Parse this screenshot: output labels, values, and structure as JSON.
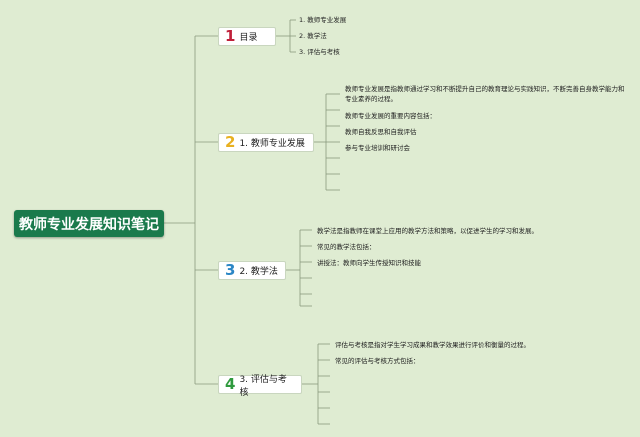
{
  "title": "教师专业发展知识笔记",
  "branches": [
    {
      "number": "1",
      "number_color": "#c0203a",
      "label": "目录",
      "items": [
        "1. 教师专业发展",
        "2. 教学法",
        "3. 评估与考核"
      ]
    },
    {
      "number": "2",
      "number_color": "#e8b020",
      "label": "1. 教师专业发展",
      "items": [
        "教师专业发展是指教师通过学习和不断提升自己的教育理论与实践知识，不断完善自身教学能力和专业素养的过程。",
        "教师专业发展的重要内容包括：",
        "教师自我反思和自我评估",
        "参与专业培训和研讨会"
      ]
    },
    {
      "number": "3",
      "number_color": "#2b86c5",
      "label": "2. 教学法",
      "items": [
        "教学法是指教师在课堂上应用的教学方法和策略，以促进学生的学习和发展。",
        "常见的教学法包括：",
        "讲授法：教师向学生传授知识和技能"
      ]
    },
    {
      "number": "4",
      "number_color": "#2f9a3e",
      "label": "3. 评估与考核",
      "items": [
        "评估与考核是指对学生学习成果和教学效果进行评价和衡量的过程。",
        "常见的评估与考核方式包括："
      ]
    }
  ]
}
